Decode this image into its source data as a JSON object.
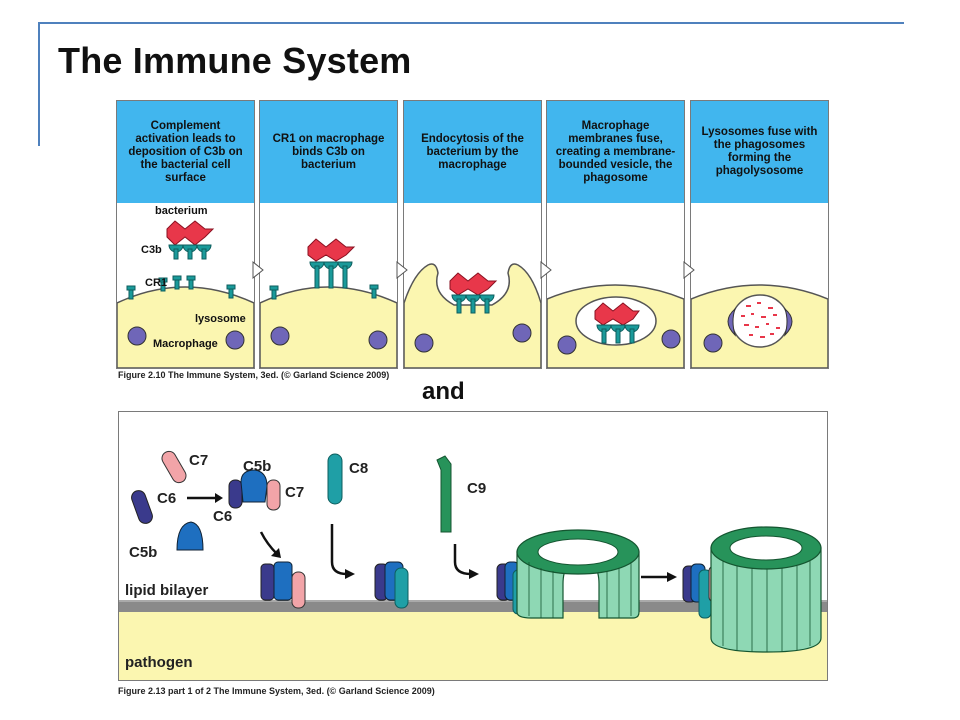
{
  "slide": {
    "title": "The Immune System",
    "connector": "and"
  },
  "figure_top": {
    "panels": [
      {
        "heading": "Complement activation leads to deposition of C3b on the bacterial cell surface"
      },
      {
        "heading": "CR1 on macrophage binds C3b on bacterium"
      },
      {
        "heading": "Endocytosis of the bacterium by the macrophage"
      },
      {
        "heading": "Macrophage membranes fuse, creating a membrane-bounded vesicle, the phagosome"
      },
      {
        "heading": "Lysosomes fuse with the phagosomes forming the phagolysosome"
      }
    ],
    "labels": {
      "bacterium": "bacterium",
      "c3b": "C3b",
      "cr1": "CR1",
      "lysosome": "lysosome",
      "macrophage": "Macrophage"
    },
    "caption": "Figure 2.10 The Immune System, 3ed. (© Garland Science 2009)"
  },
  "figure_bottom": {
    "labels": {
      "c7_a": "C7",
      "c6_a": "C6",
      "c5b_a": "C5b",
      "c7_b": "C7",
      "c6_b": "C6",
      "c5b_b": "C5b",
      "c8": "C8",
      "c9": "C9",
      "lipid_bilayer": "lipid bilayer",
      "pathogen": "pathogen"
    },
    "caption": "Figure 2.13 part 1 of 2 The Immune System, 3ed. (© Garland Science 2009)"
  },
  "colors": {
    "heading_blue": "#41b6ee",
    "cell_yellow": "#fbf6b0",
    "membrane_gray": "#8a8a8a",
    "lysosome_purple": "#6f66b8",
    "bacterium_red": "#e8374a",
    "c3b_teal": "#1a9a9a",
    "c6_indigo": "#3a3a8c",
    "c7_pink": "#f2a4a8",
    "c5b_blue": "#1e6fc0",
    "c8_teal": "#1f9fa6",
    "c9_green": "#27935a"
  }
}
